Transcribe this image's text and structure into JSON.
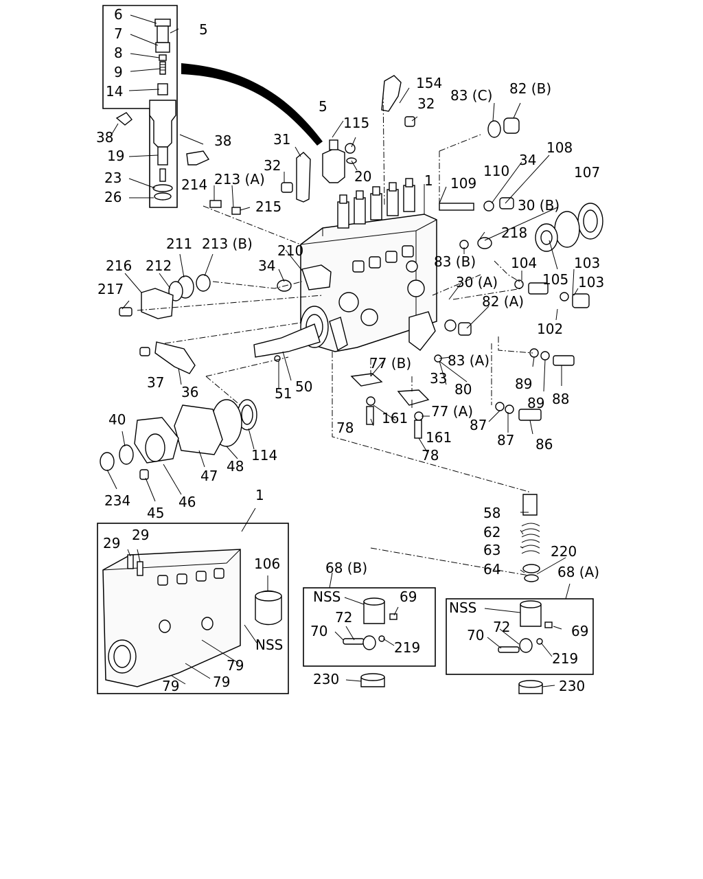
{
  "callouts": [
    {
      "text": "6"
    },
    {
      "text": "7"
    },
    {
      "text": "8"
    },
    {
      "text": "9"
    },
    {
      "text": "14"
    },
    {
      "text": "5"
    },
    {
      "text": "38"
    },
    {
      "text": "19"
    },
    {
      "text": "38"
    },
    {
      "text": "23"
    },
    {
      "text": "26"
    },
    {
      "text": "154"
    },
    {
      "text": "5"
    },
    {
      "text": "32"
    },
    {
      "text": "83 (C)"
    },
    {
      "text": "82 (B)"
    },
    {
      "text": "115"
    },
    {
      "text": "31"
    },
    {
      "text": "32"
    },
    {
      "text": "20"
    },
    {
      "text": "108"
    },
    {
      "text": "34"
    },
    {
      "text": "110"
    },
    {
      "text": "107"
    },
    {
      "text": "1"
    },
    {
      "text": "109"
    },
    {
      "text": "214"
    },
    {
      "text": "213 (A)"
    },
    {
      "text": "215"
    },
    {
      "text": "30 (B)"
    },
    {
      "text": "218"
    },
    {
      "text": "211"
    },
    {
      "text": "213 (B)"
    },
    {
      "text": "210"
    },
    {
      "text": "83 (B)"
    },
    {
      "text": "216"
    },
    {
      "text": "212"
    },
    {
      "text": "34"
    },
    {
      "text": "104"
    },
    {
      "text": "103"
    },
    {
      "text": "105"
    },
    {
      "text": "103"
    },
    {
      "text": "217"
    },
    {
      "text": "30 (A)"
    },
    {
      "text": "82 (A)"
    },
    {
      "text": "102"
    },
    {
      "text": "83 (A)"
    },
    {
      "text": "89"
    },
    {
      "text": "37"
    },
    {
      "text": "77 (B)"
    },
    {
      "text": "89"
    },
    {
      "text": "88"
    },
    {
      "text": "36"
    },
    {
      "text": "50"
    },
    {
      "text": "33"
    },
    {
      "text": "80"
    },
    {
      "text": "51"
    },
    {
      "text": "77 (A)"
    },
    {
      "text": "87"
    },
    {
      "text": "40"
    },
    {
      "text": "78"
    },
    {
      "text": "161"
    },
    {
      "text": "161"
    },
    {
      "text": "87"
    },
    {
      "text": "86"
    },
    {
      "text": "114"
    },
    {
      "text": "78"
    },
    {
      "text": "48"
    },
    {
      "text": "47"
    },
    {
      "text": "234"
    },
    {
      "text": "46"
    },
    {
      "text": "45"
    },
    {
      "text": "1"
    },
    {
      "text": "58"
    },
    {
      "text": "62"
    },
    {
      "text": "63"
    },
    {
      "text": "220"
    },
    {
      "text": "64"
    },
    {
      "text": "68 (B)"
    },
    {
      "text": "68 (A)"
    },
    {
      "text": "29"
    },
    {
      "text": "29"
    },
    {
      "text": "106"
    },
    {
      "text": "NSS"
    },
    {
      "text": "69"
    },
    {
      "text": "NSS"
    },
    {
      "text": "72"
    },
    {
      "text": "70"
    },
    {
      "text": "219"
    },
    {
      "text": "72"
    },
    {
      "text": "69"
    },
    {
      "text": "70"
    },
    {
      "text": "219"
    },
    {
      "text": "NSS"
    },
    {
      "text": "79"
    },
    {
      "text": "79"
    },
    {
      "text": "79"
    },
    {
      "text": "230"
    },
    {
      "text": "230"
    }
  ]
}
